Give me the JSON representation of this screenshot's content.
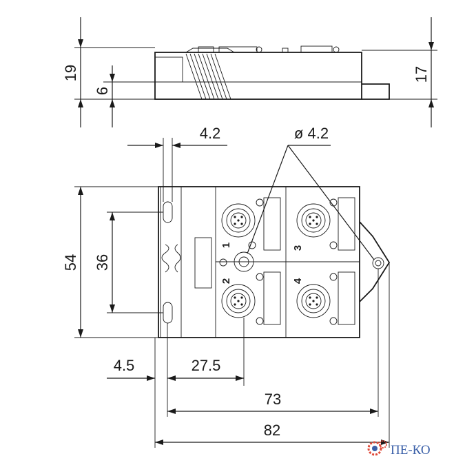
{
  "side_view": {
    "dim_height_total": "19",
    "dim_base_thickness": "6",
    "dim_height_right": "17"
  },
  "top_view": {
    "dim_slot_width": "4.2",
    "dim_hole_diameter": "ø 4.2",
    "dim_width": "54",
    "dim_hole_spacing": "36",
    "dim_edge_offset": "4.5",
    "dim_port_offset": "27.5",
    "dim_hole_span": "73",
    "dim_total_length": "82",
    "port_labels": [
      "1",
      "2",
      "3",
      "4"
    ]
  },
  "watermark": {
    "text": "ПЕ-КО"
  }
}
